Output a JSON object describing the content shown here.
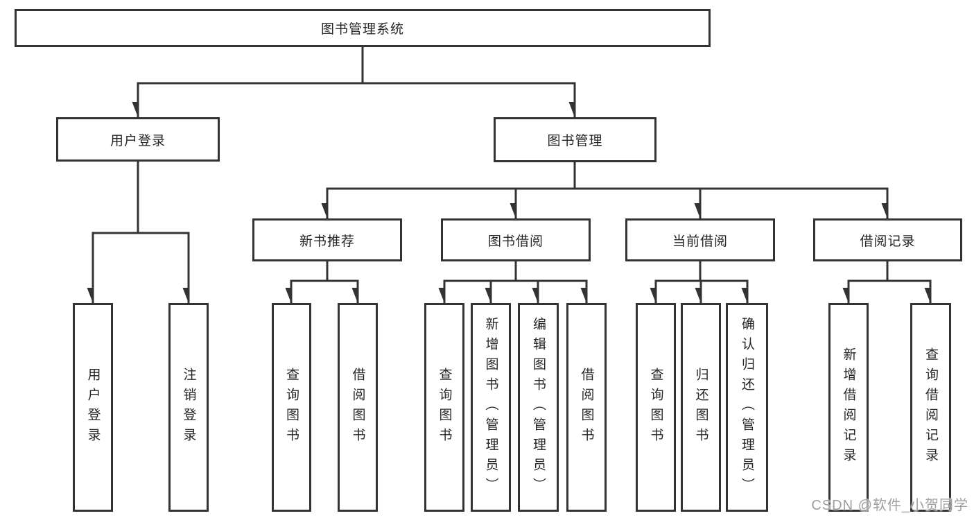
{
  "diagram": {
    "colors": {
      "line": "#333333",
      "box_border": "#333333",
      "text": "#262626",
      "watermark": "#9f9f9f",
      "background": "#ffffff"
    },
    "root": {
      "label": "图书管理系统"
    },
    "level2": [
      {
        "label": "用户登录"
      },
      {
        "label": "图书管理"
      }
    ],
    "level3": [
      {
        "label": "新书推荐"
      },
      {
        "label": "图书借阅"
      },
      {
        "label": "当前借阅"
      },
      {
        "label": "借阅记录"
      }
    ],
    "leaves": {
      "userLogin": [
        {
          "label": "用户登录"
        },
        {
          "label": "注销登录"
        }
      ],
      "newBook": [
        {
          "label": "查询图书"
        },
        {
          "label": "借阅图书"
        }
      ],
      "bookBorrow": [
        {
          "label": "查询图书"
        },
        {
          "label": "新增图书（管理员）"
        },
        {
          "label": "编辑图书（管理员）"
        },
        {
          "label": "借阅图书"
        }
      ],
      "currentBorrow": [
        {
          "label": "查询图书"
        },
        {
          "label": "归还图书"
        },
        {
          "label": "确认归还（管理员）"
        }
      ],
      "borrowRecords": [
        {
          "label": "新增借阅记录"
        },
        {
          "label": "查询借阅记录"
        }
      ]
    }
  },
  "watermark": {
    "text": "CSDN @软件_小贺同学"
  }
}
